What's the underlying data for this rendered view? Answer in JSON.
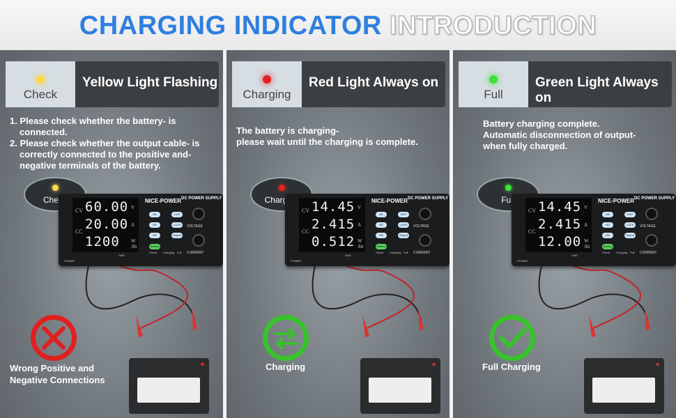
{
  "header": {
    "title_part1": "CHARGING INDICATOR",
    "title_part2": "INTRODUCTION"
  },
  "device": {
    "brand": "NICE-POWER",
    "model_label": "DC POWER SUPPLY",
    "cv": "CV",
    "cc": "CC",
    "unit_v": "V",
    "unit_a": "A",
    "unit_w": "W Ah",
    "buttons": [
      "M1",
      "M2",
      "M3",
      "OCP",
      "LOCK",
      "Output",
      "Battery"
    ],
    "voltage_label": "VOLTAGE",
    "current_label": "CURRENT",
    "power_label": "POWER",
    "gnd_label": "GND",
    "indicators": [
      "Check",
      "Charging",
      "Full"
    ]
  },
  "panels": [
    {
      "led_color": "#ffd84a",
      "led_label": "Check",
      "title": "Yellow Light Flashing",
      "description": [
        "1. Please check whether the battery- is connected.",
        "2. Please check whether the output cable- is correctly connected to the positive and- negative terminals of the battery."
      ],
      "bubble_label": "Check",
      "display": [
        "60.00",
        "20.00",
        "1200"
      ],
      "status_icon": "cross-icon",
      "status_color": "#e02020",
      "status_label": "Wrong Positive and Negative Connections"
    },
    {
      "led_color": "#e32222",
      "led_label": "Charging",
      "title": "Red Light Always on",
      "description": [
        "The battery is charging-",
        "please wait until the charging is complete."
      ],
      "bubble_label": "Charging",
      "display": [
        "14.45",
        "2.415",
        "0.512"
      ],
      "status_icon": "swap-arrows-icon",
      "status_color": "#38c22c",
      "status_label": "Charging"
    },
    {
      "led_color": "#3fe03a",
      "led_label": "Full",
      "title": "Green Light Always on",
      "description": [
        "Battery charging complete.",
        "Automatic disconnection of output-",
        "when fully charged."
      ],
      "bubble_label": "Full",
      "display": [
        "14.45",
        "2.415",
        "12.00"
      ],
      "status_icon": "checkmark-icon",
      "status_color": "#38c22c",
      "status_label": "Full Charging"
    }
  ]
}
